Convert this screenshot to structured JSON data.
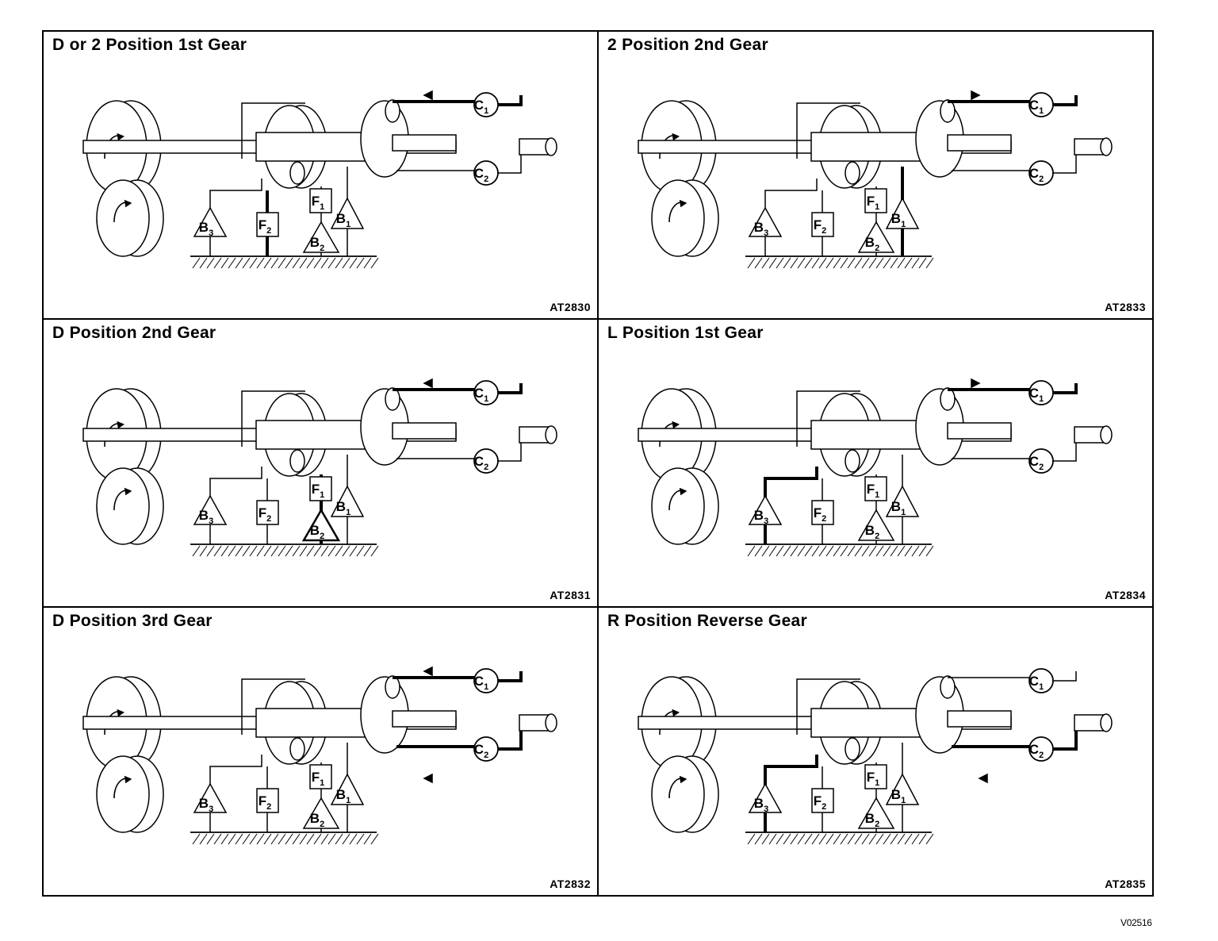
{
  "panels": [
    {
      "title": "D or 2 Position 1st Gear",
      "code": "AT2830",
      "engaged": [
        "C1",
        "F2"
      ],
      "hold_gear": "ring",
      "out_dir": "ccw"
    },
    {
      "title": "2 Position 2nd Gear",
      "code": "AT2833",
      "engaged": [
        "C1",
        "B1"
      ],
      "hold_gear": "sun",
      "out_dir": "cw"
    },
    {
      "title": "D Position 2nd Gear",
      "code": "AT2831",
      "engaged": [
        "C1",
        "B2",
        "F1"
      ],
      "hold_gear": "sun",
      "out_dir": "ccw"
    },
    {
      "title": "L Position 1st Gear",
      "code": "AT2834",
      "engaged": [
        "C1",
        "B3"
      ],
      "hold_gear": "ring",
      "out_dir": "cw"
    },
    {
      "title": "D Position 3rd Gear",
      "code": "AT2832",
      "engaged": [
        "C1",
        "C2"
      ],
      "hold_gear": "none",
      "out_dir": "ccw"
    },
    {
      "title": "R Position Reverse Gear",
      "code": "AT2835",
      "engaged": [
        "C2",
        "B3"
      ],
      "hold_gear": "ring",
      "out_dir": "ccw"
    }
  ],
  "labels": {
    "C1": "C",
    "C1_sub": "1",
    "C2": "C",
    "C2_sub": "2",
    "F1": "F",
    "F1_sub": "1",
    "F2": "F",
    "F2_sub": "2",
    "B1": "B",
    "B1_sub": "1",
    "B2": "B",
    "B2_sub": "2",
    "B3": "B",
    "B3_sub": "3"
  },
  "document_id": "V02516"
}
